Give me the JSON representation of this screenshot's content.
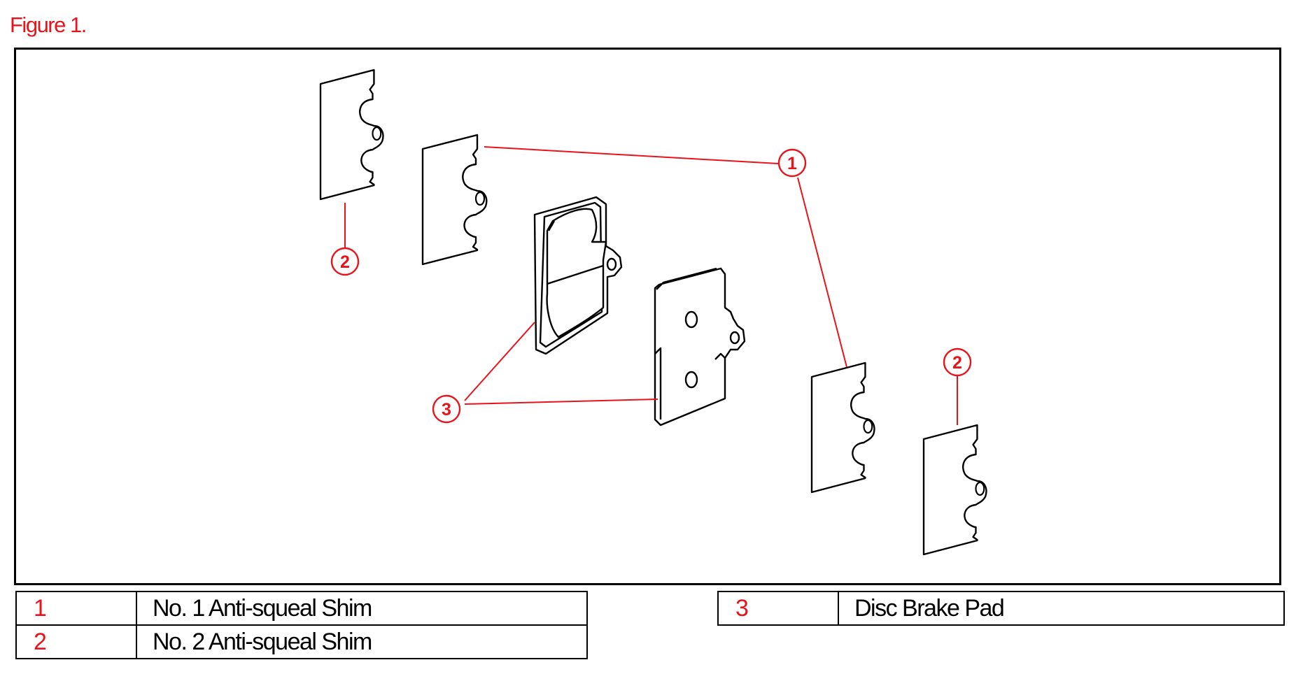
{
  "figure_title": "Figure 1.",
  "callouts": [
    {
      "number": "1"
    },
    {
      "number": "2"
    },
    {
      "number": "2"
    },
    {
      "number": "3"
    }
  ],
  "legend": [
    {
      "number": "1",
      "label": "No. 1 Anti-squeal Shim"
    },
    {
      "number": "2",
      "label": "No. 2 Anti-squeal Shim"
    },
    {
      "number": "3",
      "label": "Disc Brake Pad"
    }
  ],
  "colors": {
    "callout": "#e8141b",
    "line_art": "#000000",
    "background": "#ffffff"
  }
}
